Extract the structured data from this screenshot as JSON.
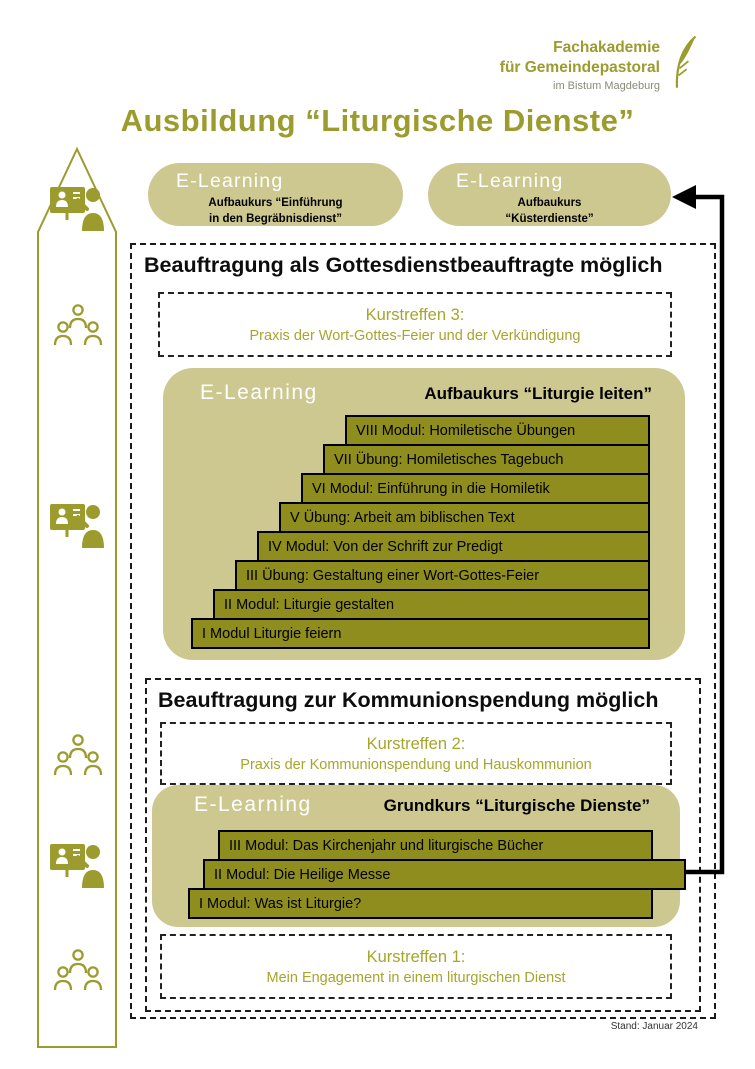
{
  "logo": {
    "line1": "Fachakademie",
    "line2": "für Gemeindepastoral",
    "line3": "im Bistum Magdeburg"
  },
  "title": "Ausbildung “Liturgische Dienste”",
  "pills": {
    "left": {
      "heading": "E-Learning",
      "line1": "Aufbaukurs “Einführung",
      "line2": "in den Begräbnisdienst”"
    },
    "right": {
      "heading": "E-Learning",
      "line1": "Aufbaukurs",
      "line2": "“Küsterdienste”"
    }
  },
  "section_gottesdienst": {
    "heading": "Beauftragung als Gottesdienstbeauftragte möglich",
    "kurstreffen3": {
      "title": "Kurstreffen 3:",
      "subtitle": "Praxis der Wort-Gottes-Feier und der Verkündigung"
    },
    "elearning": {
      "heading": "E-Learning",
      "course": "Aufbaukurs “Liturgie leiten”",
      "modules": [
        "VIII Modul: Homiletische Übungen",
        "VII Übung: Homiletisches Tagebuch",
        "VI Modul: Einführung in die Homiletik",
        "V Übung: Arbeit am biblischen Text",
        "IV Modul: Von der Schrift zur Predigt",
        "III Übung: Gestaltung einer Wort-Gottes-Feier",
        "II Modul: Liturgie gestalten",
        "I Modul Liturgie feiern"
      ]
    }
  },
  "section_kommunion": {
    "heading": "Beauftragung zur Kommunionspendung möglich",
    "kurstreffen2": {
      "title": "Kurstreffen 2:",
      "subtitle": "Praxis der Kommunionspendung und Hauskommunion"
    },
    "elearning": {
      "heading": "E-Learning",
      "course": "Grundkurs “Liturgische Dienste”",
      "modules": [
        "III Modul: Das Kirchenjahr und liturgische Bücher",
        "II Modul: Die Heilige Messe",
        "I Modul: Was ist Liturgie?"
      ]
    },
    "kurstreffen1": {
      "title": "Kurstreffen 1:",
      "subtitle": "Mein Engagement in einem liturgischen Dienst"
    }
  },
  "footer": {
    "stand": "Stand: Januar 2024"
  },
  "colors": {
    "olive": "#9c9b2e",
    "tan": "#cdc88f",
    "module_bar": "#8e8d1d",
    "kurstreffen_text": "#a6a52c",
    "heading_text": "#0d0d0d"
  }
}
